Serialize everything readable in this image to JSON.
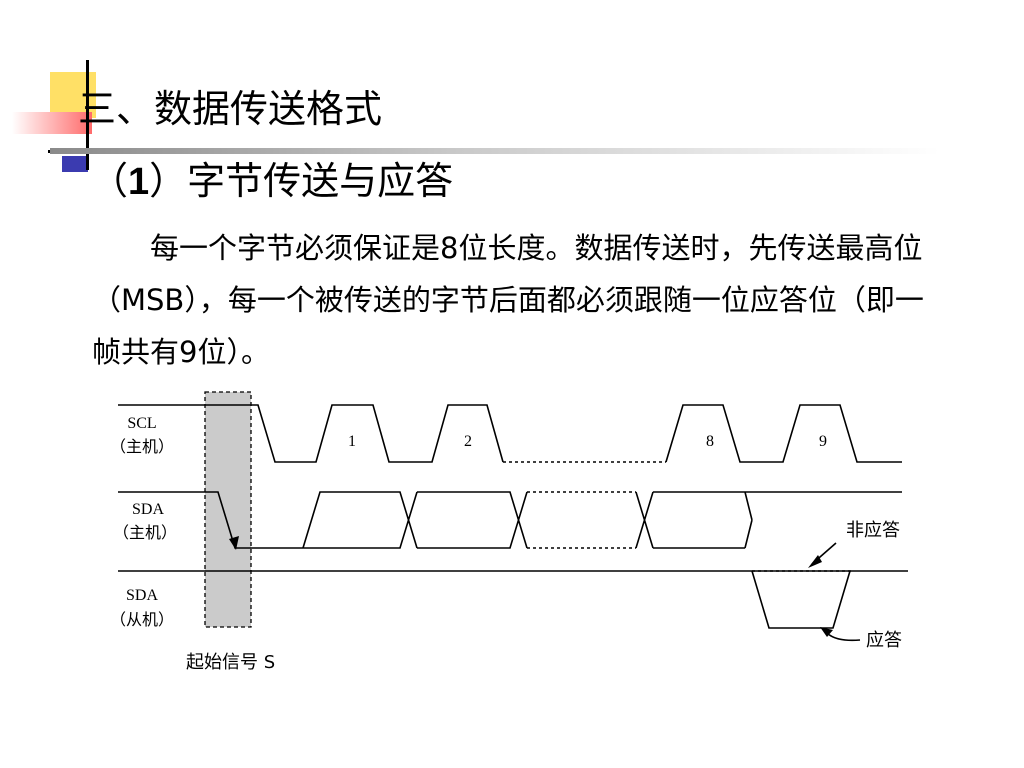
{
  "slide": {
    "title": "三、数据传送格式",
    "subtitle_open": "（",
    "subtitle_num": "1",
    "subtitle_rest": "）字节传送与应答",
    "paragraph": "每一个字节必须保证是8位长度。数据传送时，先传送最高位（MSB），每一个被传送的字节后面都必须跟随一位应答位（即一帧共有9位）。"
  },
  "timing_diagram": {
    "signals": [
      {
        "name": "SCL",
        "role": "（主机）"
      },
      {
        "name": "SDA",
        "role": "（主机）"
      },
      {
        "name": "SDA",
        "role": "（从机）"
      }
    ],
    "clock_labels": [
      "1",
      "2",
      "8",
      "9"
    ],
    "annotations": {
      "nack": "非应答",
      "ack": "应答",
      "start": "起始信号 S"
    }
  },
  "colors": {
    "accent_yellow": "#ffe066",
    "accent_red": "#ff6a6a",
    "accent_blue": "#3b3bb0",
    "start_band": "#cbcbcb"
  }
}
